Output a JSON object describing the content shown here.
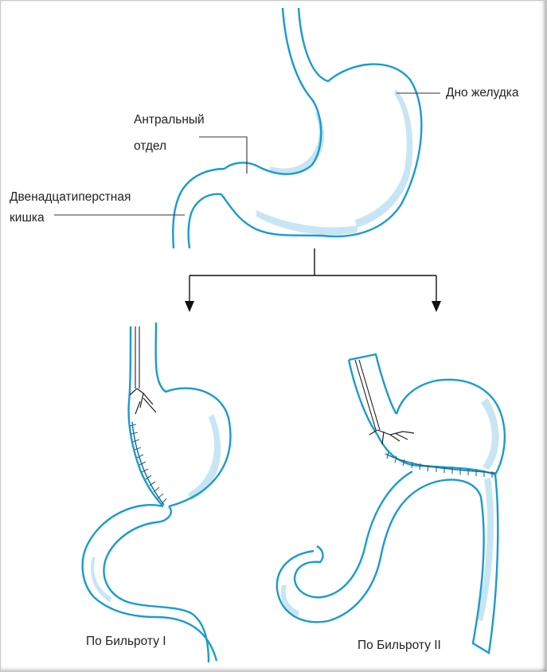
{
  "labels": {
    "fundus": "Дно желудка",
    "antrum_line1": "Антральный",
    "antrum_line2": "отдел",
    "duodenum_line1": "Двенадцатиперстная",
    "duodenum_line2": "кишка",
    "billroth1": "По Бильроту I",
    "billroth2": "По Бильроту II"
  },
  "colors": {
    "outline": "#1a9bcf",
    "fill": "#c8e5f4",
    "leader": "#333333",
    "arrow": "#111111",
    "suture": "#1b6a8c",
    "vessel": "#222222"
  }
}
